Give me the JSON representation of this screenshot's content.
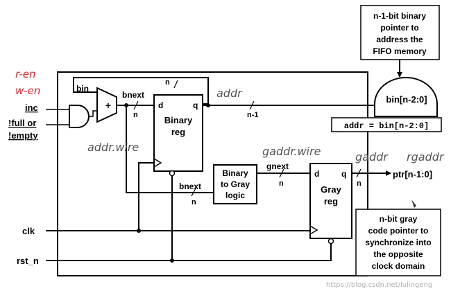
{
  "inputs": {
    "inc": "inc",
    "not_full_or": "!full or",
    "not_empty": "!empty",
    "clk": "clk",
    "rst_n": "rst_n"
  },
  "feedback_label": "bin",
  "adder_label": "+",
  "binary_reg": {
    "title_line1": "Binary",
    "title_line2": "reg",
    "d_port": "d",
    "q_port": "q",
    "width_label": "n"
  },
  "gray_reg": {
    "title_line1": "Gray",
    "title_line2": "reg",
    "d_port": "d",
    "q_port": "q"
  },
  "converter": {
    "line1": "Binary",
    "line2": "to Gray",
    "line3": "logic"
  },
  "signals": {
    "bnext_top": "bnext",
    "bnext_top_width": "n",
    "bnext_bottom": "bnext",
    "bnext_bottom_width": "n",
    "addr_width": "n-1",
    "gnext": "gnext",
    "gnext_width": "n",
    "ptr_width": "n"
  },
  "outputs": {
    "bin_bus": "bin[n-2:0]",
    "addr_assign": "addr = bin[n-2:0]",
    "ptr": "ptr[n-1:0]"
  },
  "callouts": {
    "top_line1": "n-1-bit binary",
    "top_line2": "pointer to",
    "top_line3": "address the",
    "top_line4": "FIFO memory",
    "bottom_line1": "n-bit gray",
    "bottom_line2": "code pointer to",
    "bottom_line3": "synchronize into",
    "bottom_line4": "the opposite",
    "bottom_line5": "clock domain"
  },
  "handwritten": {
    "r_en": "r-en",
    "w_en": "w-en",
    "addr_wire": "addr.wire",
    "addr": "addr",
    "gaddr_wire": "gaddr.wire",
    "gaddr": "gaddr",
    "rgaddr": "rgaddr"
  },
  "watermark": "https://blog.csdn.net/lulingeng",
  "colors": {
    "ink": "#000000",
    "handwriting_red": "#d6262b",
    "handwriting_gray": "#555555"
  }
}
